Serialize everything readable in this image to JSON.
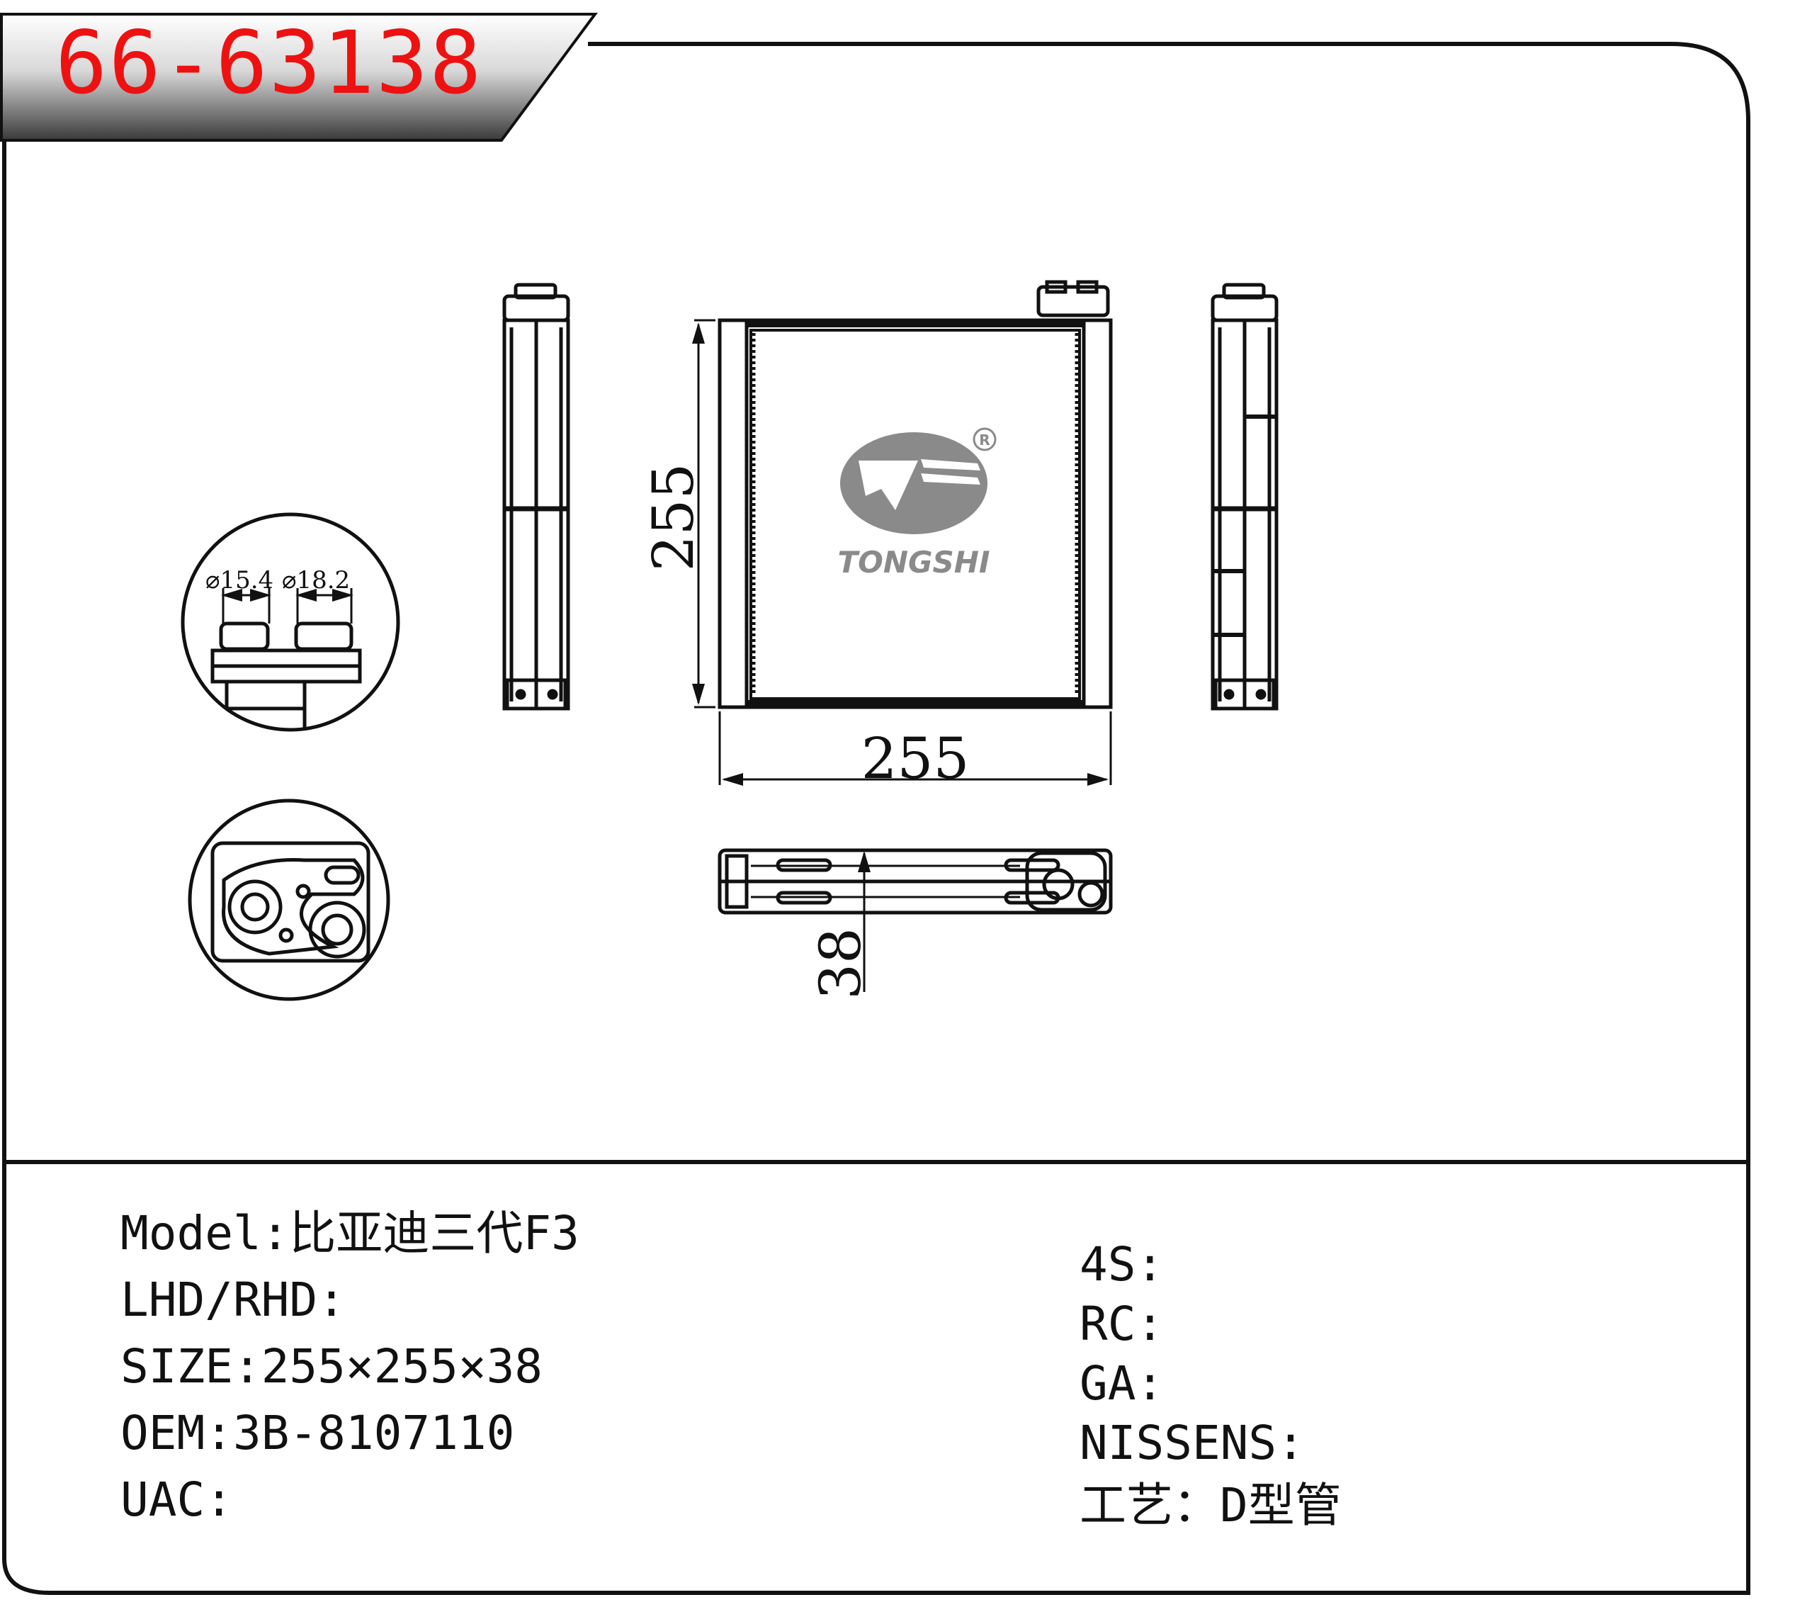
{
  "header": {
    "part_number": "66-63138"
  },
  "dimensions": {
    "height_label": "255",
    "width_label": "255",
    "depth_label": "38",
    "inlet_diameter": "⌀15.4",
    "outlet_diameter": "⌀18.2"
  },
  "logo": {
    "brand": "TONGSHI",
    "registered_mark": "R"
  },
  "specs_left": [
    {
      "label": "Model:",
      "value": "比亚迪三代F3"
    },
    {
      "label": "LHD/RHD:",
      "value": ""
    },
    {
      "label": "SIZE:",
      "value": "255×255×38"
    },
    {
      "label": "OEM:",
      "value": "3B-8107110"
    },
    {
      "label": "UAC:",
      "value": ""
    }
  ],
  "specs_right": [
    {
      "label": "4S:",
      "value": ""
    },
    {
      "label": "RC:",
      "value": ""
    },
    {
      "label": "GA:",
      "value": ""
    },
    {
      "label": "NISSENS:",
      "value": ""
    },
    {
      "label": "工艺：",
      "value": "D型管"
    }
  ]
}
